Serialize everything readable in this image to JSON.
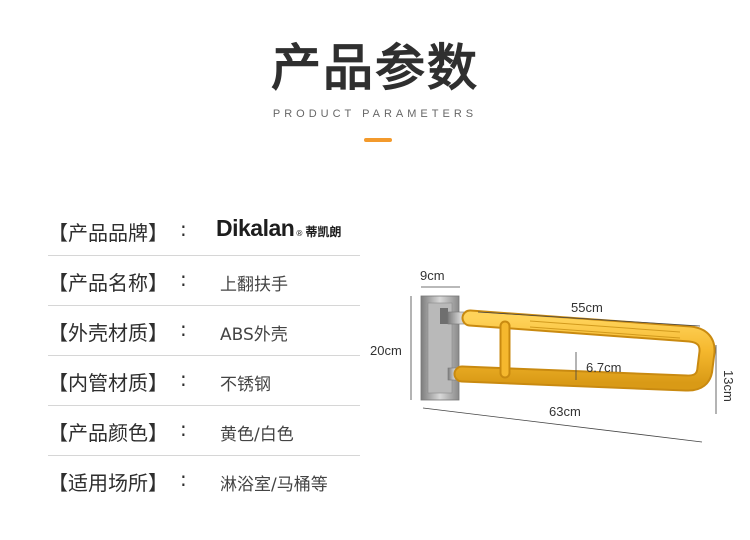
{
  "header": {
    "title": "产品参数",
    "subtitle": "PRODUCT PARAMETERS"
  },
  "specs": [
    {
      "label": "【产品品牌】",
      "colon": ":",
      "value": ""
    },
    {
      "label": "【产品名称】",
      "colon": ":",
      "value": "上翻扶手"
    },
    {
      "label": "【外壳材质】",
      "colon": ":",
      "value": "ABS外壳"
    },
    {
      "label": "【内管材质】",
      "colon": ":",
      "value": "不锈钢"
    },
    {
      "label": "【产品颜色】",
      "colon": ":",
      "value": "黄色/白色"
    },
    {
      "label": "【适用场所】",
      "colon": ":",
      "value": "淋浴室/马桶等"
    }
  ],
  "brand": {
    "wordmark": "Dikalan",
    "registered": "®",
    "chinese": "蒂凯朗"
  },
  "dimensions": {
    "mount_width": "9cm",
    "height": "20cm",
    "bar_length": "55cm",
    "inner_gap": "6.7cm",
    "total_length": "63cm",
    "end_height": "13cm"
  },
  "colors": {
    "accent": "#f39a2c",
    "handrail_yellow": "#f5b82e",
    "steel": "#a9a9a9"
  }
}
